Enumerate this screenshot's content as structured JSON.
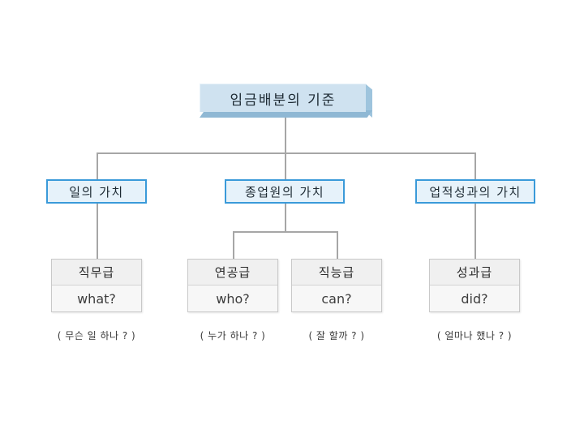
{
  "diagram": {
    "title_node": {
      "label": "임금배분의 기준"
    },
    "level2": [
      {
        "label": "일의 가치"
      },
      {
        "label": "종업원의 가치"
      },
      {
        "label": "업적성과의 가치"
      }
    ],
    "level3": [
      {
        "ko": "직무급",
        "en": "what?"
      },
      {
        "ko": "연공급",
        "en": "who?"
      },
      {
        "ko": "직능급",
        "en": "can?"
      },
      {
        "ko": "성과급",
        "en": "did?"
      }
    ],
    "captions": [
      {
        "text": "( 무슨 일 하나 ? )"
      },
      {
        "text": "( 누가 하나 ? )"
      },
      {
        "text": "( 잘 할까 ? )"
      },
      {
        "text": "( 얼마나 했나 ? )"
      }
    ],
    "colors": {
      "root_fill": "#cfe2f0",
      "root_shadow": "#9ec4dd",
      "node2_border": "#3a9ad9",
      "node2_fill": "#e6f2fa",
      "node3_fill": "#f4f4f4",
      "node3_border": "#c9c9c9",
      "connector": "#a6a6a6",
      "background": "#ffffff"
    }
  }
}
